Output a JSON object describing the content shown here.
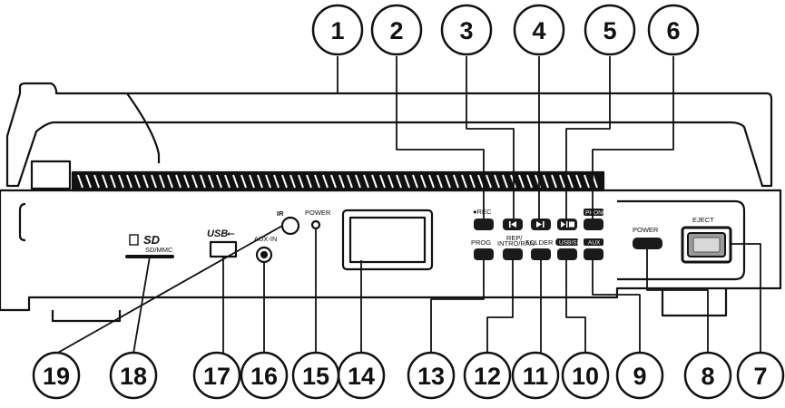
{
  "callouts": [
    {
      "id": "callout-1",
      "number": "1"
    },
    {
      "id": "callout-2",
      "number": "2"
    },
    {
      "id": "callout-3",
      "number": "3"
    },
    {
      "id": "callout-4",
      "number": "4"
    },
    {
      "id": "callout-5",
      "number": "5"
    },
    {
      "id": "callout-6",
      "number": "6"
    },
    {
      "id": "callout-7",
      "number": "7"
    },
    {
      "id": "callout-8",
      "number": "8"
    },
    {
      "id": "callout-9",
      "number": "9"
    },
    {
      "id": "callout-10",
      "number": "10"
    },
    {
      "id": "callout-11",
      "number": "11"
    },
    {
      "id": "callout-12",
      "number": "12"
    },
    {
      "id": "callout-13",
      "number": "13"
    },
    {
      "id": "callout-14",
      "number": "14"
    },
    {
      "id": "callout-15",
      "number": "15"
    },
    {
      "id": "callout-16",
      "number": "16"
    },
    {
      "id": "callout-17",
      "number": "17"
    },
    {
      "id": "callout-18",
      "number": "18"
    },
    {
      "id": "callout-19",
      "number": "19"
    }
  ],
  "panel_labels": {
    "rec": "●REC",
    "ir": "IR",
    "power_led": "POWER",
    "aux_in": "AUX-IN",
    "sd_logo": "SD",
    "sd_mmc": "SD/MMC",
    "usb_logo": "USB",
    "prog": "PROG",
    "rep_line1": "REP/",
    "rep_line2": "INTRO/RAN",
    "folder_up": "FOLDER UP",
    "usb_sd": "USB/SD",
    "aux": "AUX",
    "phono": "PHONO",
    "power_button": "POWER",
    "eject": "EJECT"
  },
  "colors": {
    "line": "#111111",
    "button": "#1a1a1a",
    "background": "#ffffff",
    "eject_button": "#9a9a9a"
  }
}
